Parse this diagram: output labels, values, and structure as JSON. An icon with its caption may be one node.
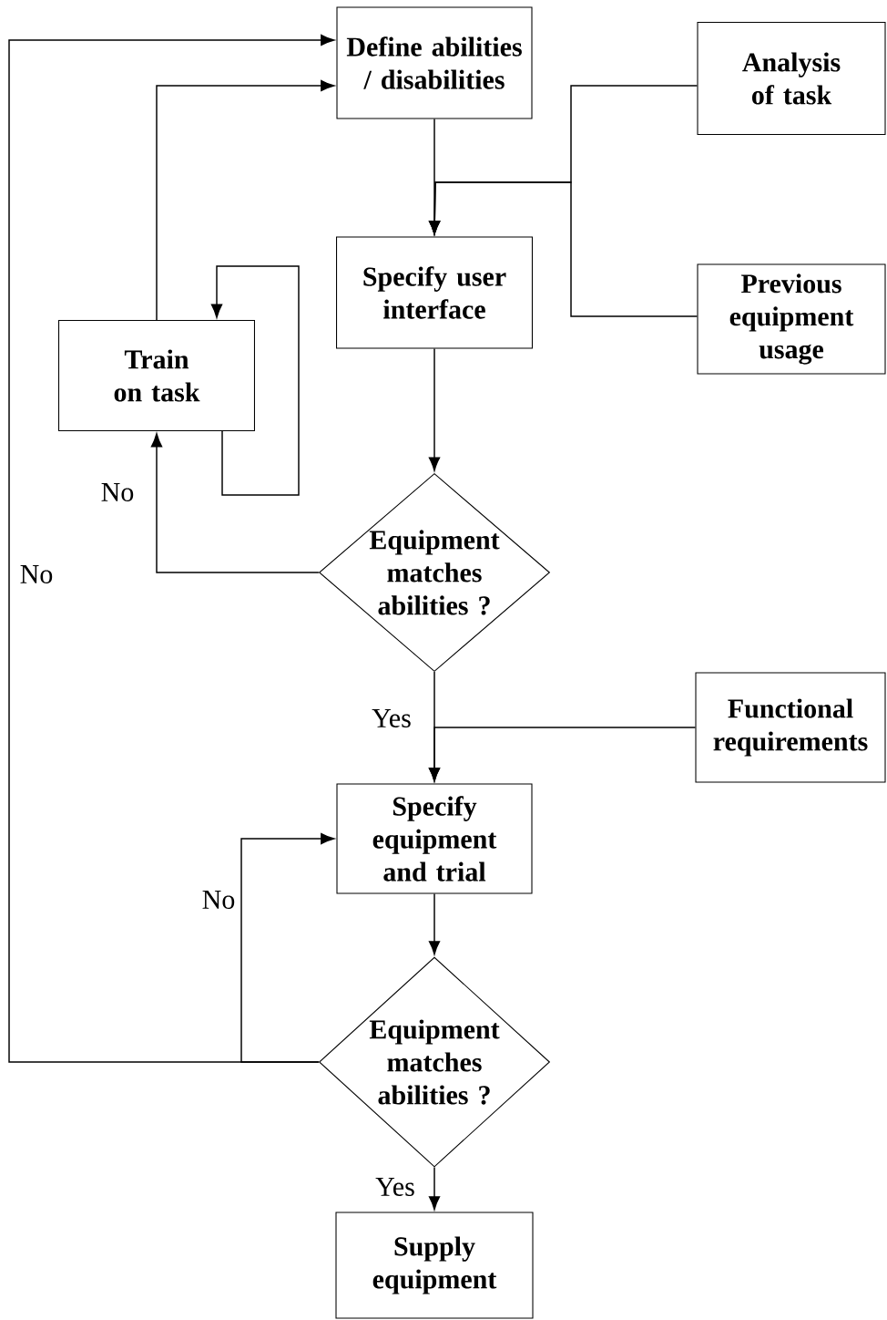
{
  "diagram": {
    "nodes": [
      {
        "text": [
          "Define abilities / disabilities"
        ]
      },
      {
        "text": [
          "Analysis of task"
        ]
      },
      {
        "text": [
          "Previous equipment usage"
        ]
      },
      {
        "text": [
          "Specify user interface"
        ]
      },
      {
        "text": [
          "Train on task"
        ]
      },
      {
        "text": [
          "Equipment matches abilities ?"
        ]
      },
      {
        "text": [
          "Functional requirements"
        ]
      },
      {
        "text": [
          "Specify equipment and trial"
        ]
      },
      {
        "text": [
          "Equipment matches abilities ?"
        ]
      },
      {
        "text": [
          "Supply equipment"
        ]
      }
    ],
    "edges": [
      {
        "from": 0,
        "to": 3,
        "arrow": "to"
      },
      {
        "from": 1,
        "to": 3,
        "arrow": "to"
      },
      {
        "from": 2,
        "to": 3,
        "arrow": "to"
      },
      {
        "from": 3,
        "to": 5,
        "arrow": "to"
      },
      {
        "from": 5,
        "to": 4,
        "arrow": "to",
        "label": "No"
      },
      {
        "from": 4,
        "to": 0,
        "arrow": "to"
      },
      {
        "from": 4,
        "to": 4,
        "arrow": "to"
      },
      {
        "from": 5,
        "to": 7,
        "arrow": "to",
        "label": "Yes"
      },
      {
        "from": 6,
        "to": 7,
        "arrow": "to"
      },
      {
        "from": 7,
        "to": 8,
        "arrow": "to"
      },
      {
        "from": 8,
        "to": 7,
        "arrow": "to",
        "label": "No"
      },
      {
        "from": 8,
        "to": 0,
        "arrow": "to",
        "label": "No"
      },
      {
        "from": 8,
        "to": 9,
        "arrow": "to",
        "label": "Yes"
      }
    ]
  }
}
